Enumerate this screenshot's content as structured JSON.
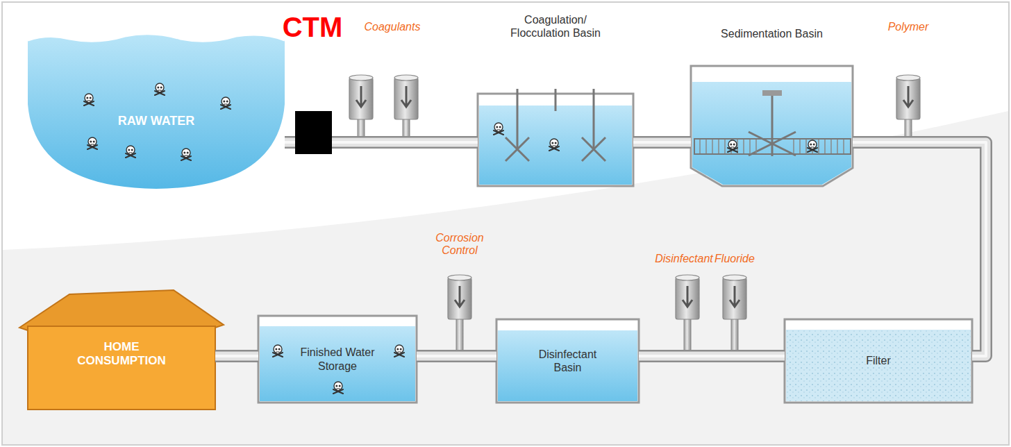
{
  "diagram": {
    "nodes": [
      {
        "text": [
          "RAW WATER"
        ]
      },
      {
        "text": [
          "Coagulation/ Flocculation Basin"
        ]
      },
      {
        "text": [
          "Sedimentation Basin"
        ]
      },
      {
        "text": [
          "Filter"
        ]
      },
      {
        "text": [
          "Disinfectant Basin"
        ]
      },
      {
        "text": [
          "Finished Water Storage"
        ]
      },
      {
        "text": [
          "HOME CONSUMPTION"
        ]
      }
    ],
    "edges": [
      {
        "from": 0,
        "to": 1,
        "arrow": "none"
      },
      {
        "from": 1,
        "to": 2,
        "arrow": "none"
      },
      {
        "from": 2,
        "to": 3,
        "arrow": "none"
      },
      {
        "from": 3,
        "to": 4,
        "arrow": "none"
      },
      {
        "from": 4,
        "to": 5,
        "arrow": "none"
      },
      {
        "from": 5,
        "to": 6,
        "arrow": "none"
      }
    ],
    "labels": [
      "CTM",
      "Coagulants",
      "Polymer",
      "Corrosion Control",
      "Disinfectant",
      "Fluoride"
    ]
  }
}
